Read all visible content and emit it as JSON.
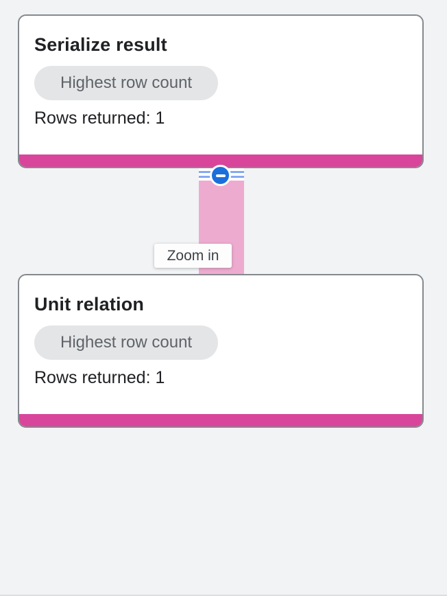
{
  "app": {
    "name": "query-execution-graph"
  },
  "nodes": [
    {
      "title": "Serialize result",
      "badge_label": "Highest row count",
      "rows_returned_label": "Rows returned: 1"
    },
    {
      "title": "Unit relation",
      "badge_label": "Highest row count",
      "rows_returned_label": "Rows returned: 1"
    }
  ],
  "edge": {
    "tooltip_label": "Zoom in",
    "collapse_icon": "minus-circle-icon"
  },
  "colors": {
    "page_background": "#f1f3f4",
    "card_background": "#ffffff",
    "card_border": "#85898e",
    "stage_accent_bar": "#d9459b",
    "edge_fill": "#eeabd0",
    "edge_stripe_blue": "#84a9f2",
    "collapse_button_blue": "#1a6fdc",
    "badge_background": "#e4e5e7",
    "badge_text": "#5f6368",
    "title_text": "#202124",
    "tooltip_text": "#3f4347"
  }
}
